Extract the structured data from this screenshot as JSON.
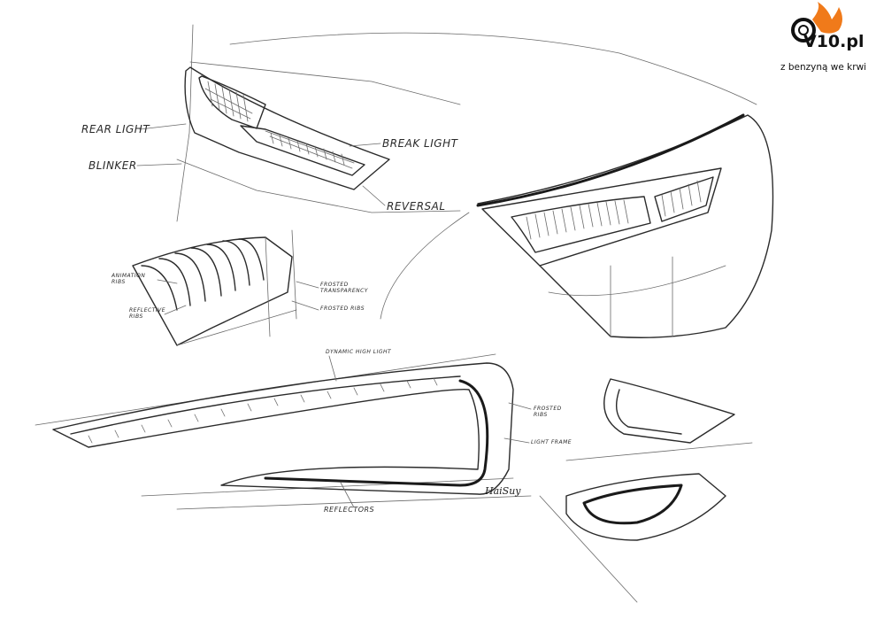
{
  "brand": {
    "name": "V10.pl",
    "tagline": "z benzyną we krwi",
    "colors": {
      "flame": "#f07a1a",
      "text": "#111111"
    },
    "icon": "tire-flame-logo"
  },
  "labels": {
    "rear_light": "REAR LIGHT",
    "blinker": "BLINKER",
    "brake_light": "BREAK LIGHT",
    "reversal": "REVERSAL",
    "animation_ribs": "ANIMATION RIBS",
    "reflective_ribs": "REFLECTIVE RIBS",
    "frosted_transparency": "FROSTED TRANSPARENCY",
    "frosted_ribs_small": "FROSTED RIBS",
    "dynamic_light": "DYNAMIC HIGH LIGHT",
    "frosted_ribs": "FROSTED RIBS",
    "light_frame": "LIGHT FRAME",
    "reflectors": "REFLECTORS"
  },
  "signature": "HaiSuy"
}
